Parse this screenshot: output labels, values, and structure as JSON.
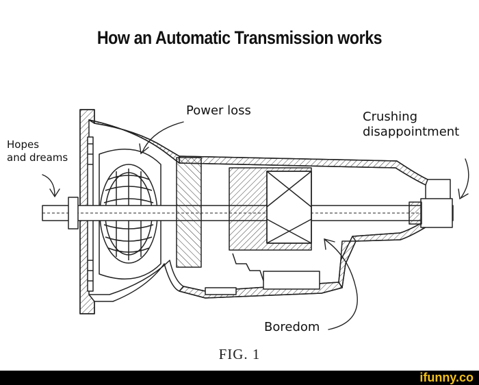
{
  "title": "How an Automatic Transmission works",
  "labels": {
    "hopes": "Hopes\nand dreams",
    "power_loss": "Power loss",
    "crushing": "Crushing\ndisappointment",
    "boredom": "Boredom"
  },
  "figure_caption": "FIG. 1",
  "footer": {
    "brand": "ifunny.co",
    "color": "#f2c01b"
  }
}
